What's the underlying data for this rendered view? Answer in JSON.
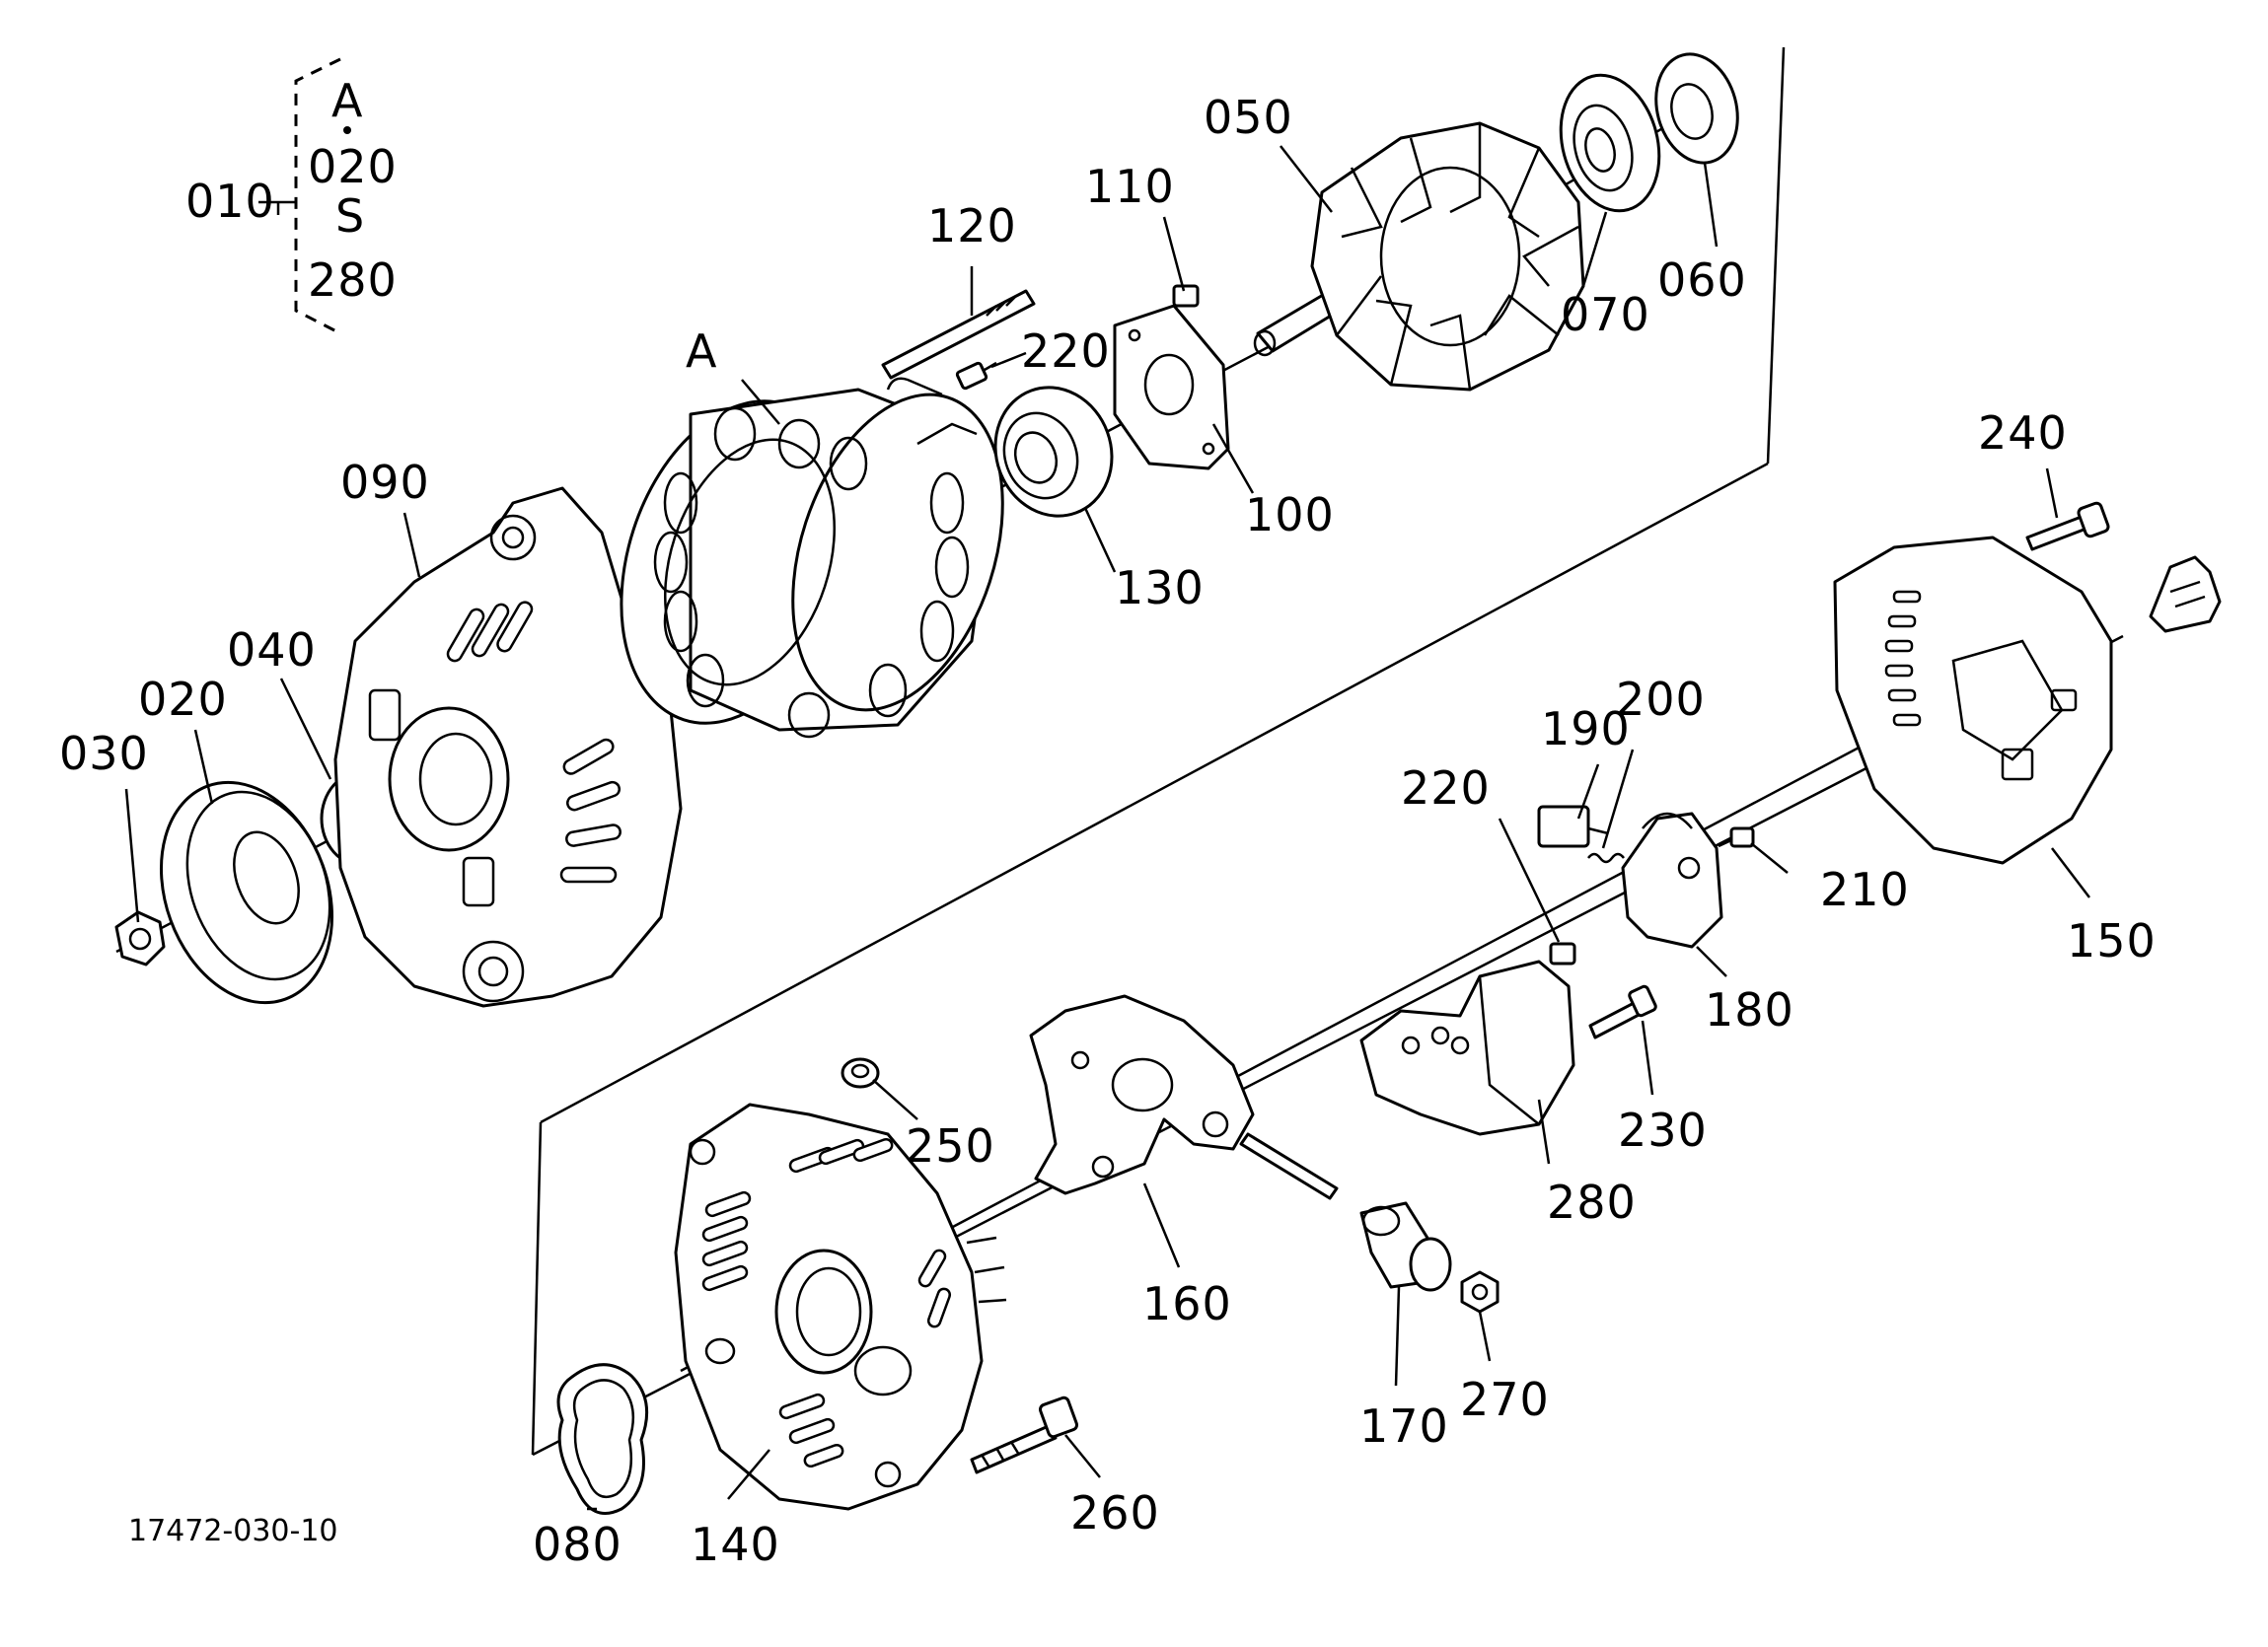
{
  "figure_code": "17472-030-10",
  "group": {
    "assembly_no": "010",
    "line1": "A",
    "line2": "020",
    "line3": "S",
    "line4": "280"
  },
  "callouts": {
    "c010": "010",
    "c020": "020",
    "c030": "030",
    "c040": "040",
    "c050": "050",
    "c060": "060",
    "c070": "070",
    "c080": "080",
    "c090": "090",
    "c100": "100",
    "c110": "110",
    "c120": "120",
    "c130": "130",
    "c140": "140",
    "c150": "150",
    "c160": "160",
    "c170": "170",
    "c180": "180",
    "c190": "190",
    "c200": "200",
    "c210": "210",
    "c220a": "220",
    "c220b": "220",
    "c230": "230",
    "c240": "240",
    "c250": "250",
    "c260": "260",
    "c270": "270",
    "c280": "280",
    "cA": "A"
  }
}
